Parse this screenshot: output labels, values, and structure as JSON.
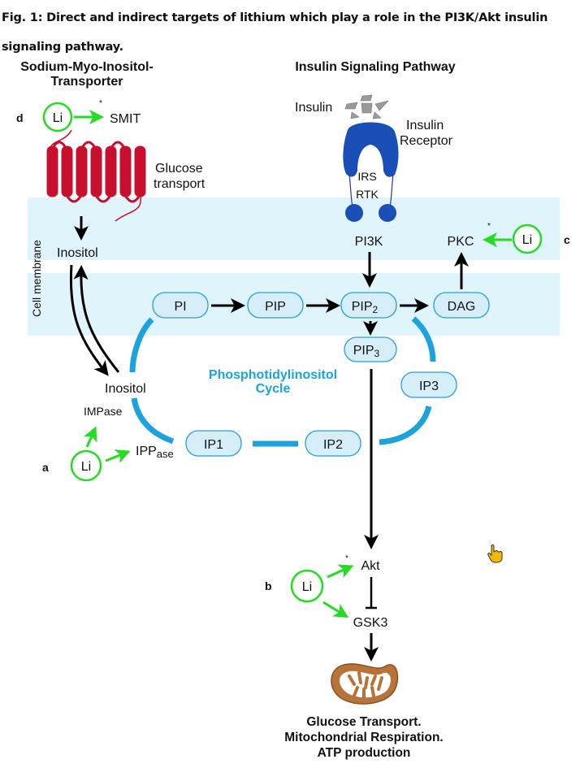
{
  "caption": "Fig. 1: Direct and indirect targets of lithium which play a role in the PI3K/Akt insulin signaling pathway.",
  "headers": {
    "smit": [
      "Sodium-Myo-Inositol-",
      "Transporter"
    ],
    "insulin": "Insulin Signaling Pathway"
  },
  "membrane_label": "Cell membrane",
  "panels": {
    "a": "a",
    "b": "b",
    "c": "c",
    "d": "d"
  },
  "lithium": "Li",
  "asterisk": "*",
  "labels": {
    "smit": "SMIT",
    "glucose_transport": [
      "Glucose",
      "transport"
    ],
    "inositol_top": "Inositol",
    "inositol_bottom": "Inositol",
    "impase": "IMPase",
    "ippase_main": "IPP",
    "ippase_sub": "ase",
    "insulin": "Insulin",
    "insulin_receptor": [
      "Insulin",
      "Receptor"
    ],
    "irs": "IRS",
    "rtk": "RTK",
    "pi3k": "PI3K",
    "pkc": "PKC",
    "akt": "Akt",
    "gsk3": "GSK3",
    "cycle": [
      "Phosphotidylinositol",
      "Cycle"
    ],
    "outcome": [
      "Glucose Transport.",
      "Mitochondrial Respiration.",
      "ATP production"
    ]
  },
  "pills": {
    "pi": "PI",
    "pip": "PIP",
    "pip2_main": "PIP",
    "pip2_sub": "2",
    "pip3_main": "PIP",
    "pip3_sub": "3",
    "dag": "DAG",
    "ip1": "IP1",
    "ip2": "IP2",
    "ip3": "IP3"
  },
  "colors": {
    "lithium_green": "#22dd22",
    "cycle_blue": "#1aa3dc",
    "membrane": "#e0f4fb",
    "receptor_blue": "#1a4fb8",
    "smit_red": "#c8102e",
    "mito_brown": "#b8733a"
  }
}
